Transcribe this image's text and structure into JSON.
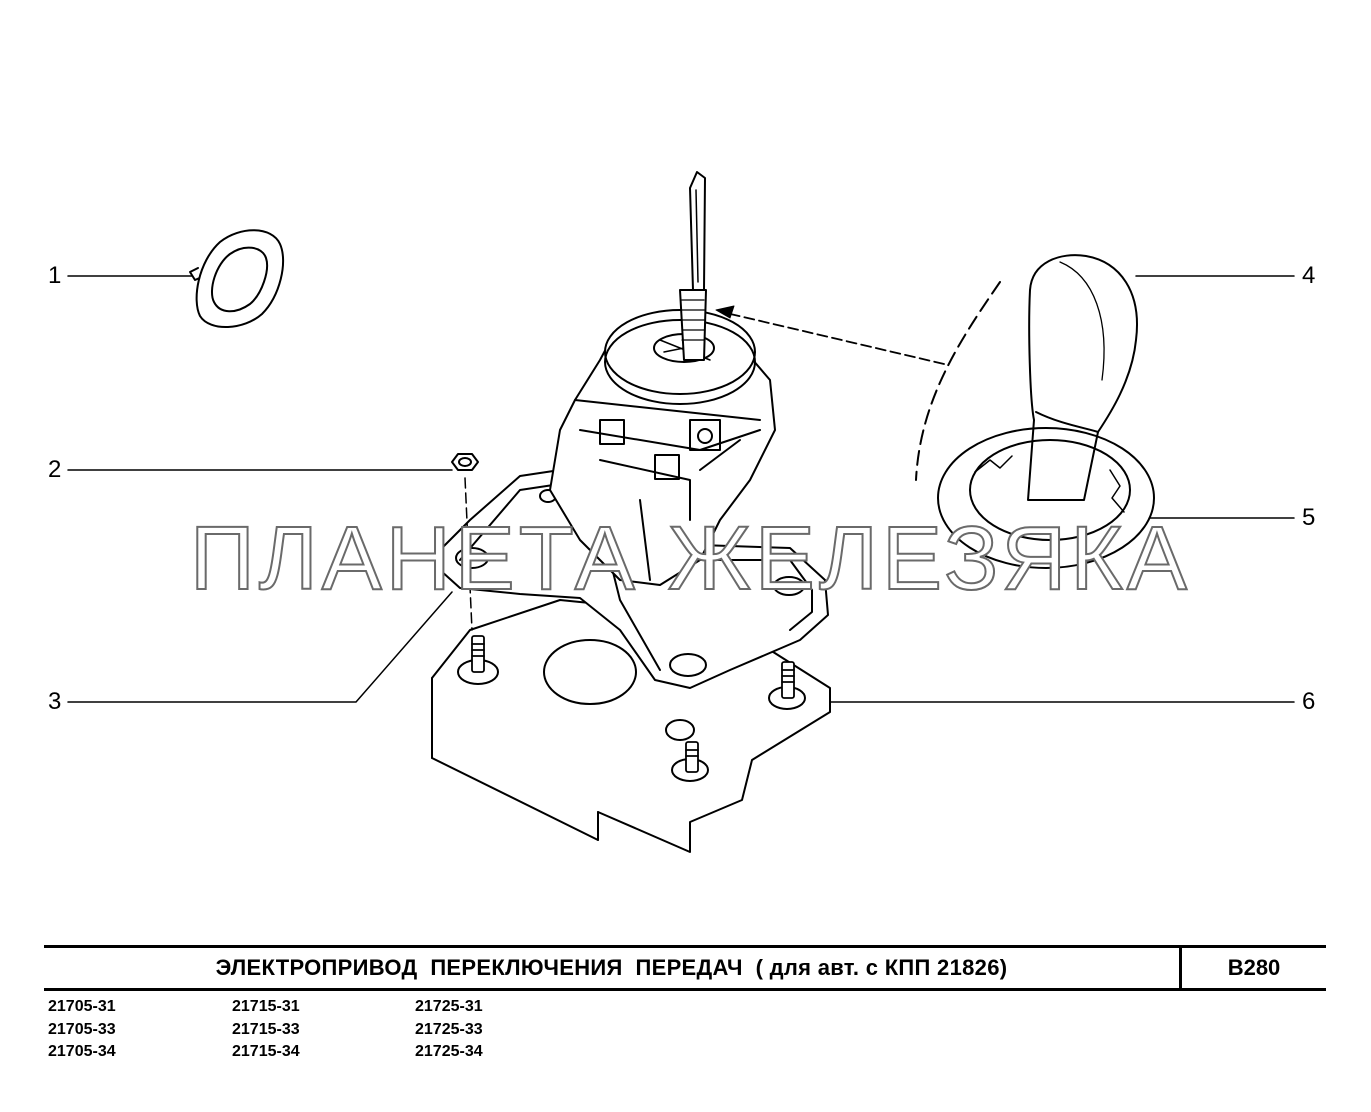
{
  "callouts": [
    "1",
    "2",
    "3",
    "4",
    "5",
    "6"
  ],
  "watermark": "ПЛАНЕТА ЖЕЛЕЗЯКА",
  "title": "ЭЛЕКТРОПРИВОД  ПЕРЕКЛЮЧЕНИЯ  ПЕРЕДАЧ  ( для авт. с КПП 21826)",
  "page_code": "B280",
  "models": [
    [
      "21705-31",
      "21705-33",
      "21705-34"
    ],
    [
      "21715-31",
      "21715-33",
      "21715-34"
    ],
    [
      "21725-31",
      "21725-33",
      "21725-34"
    ]
  ]
}
